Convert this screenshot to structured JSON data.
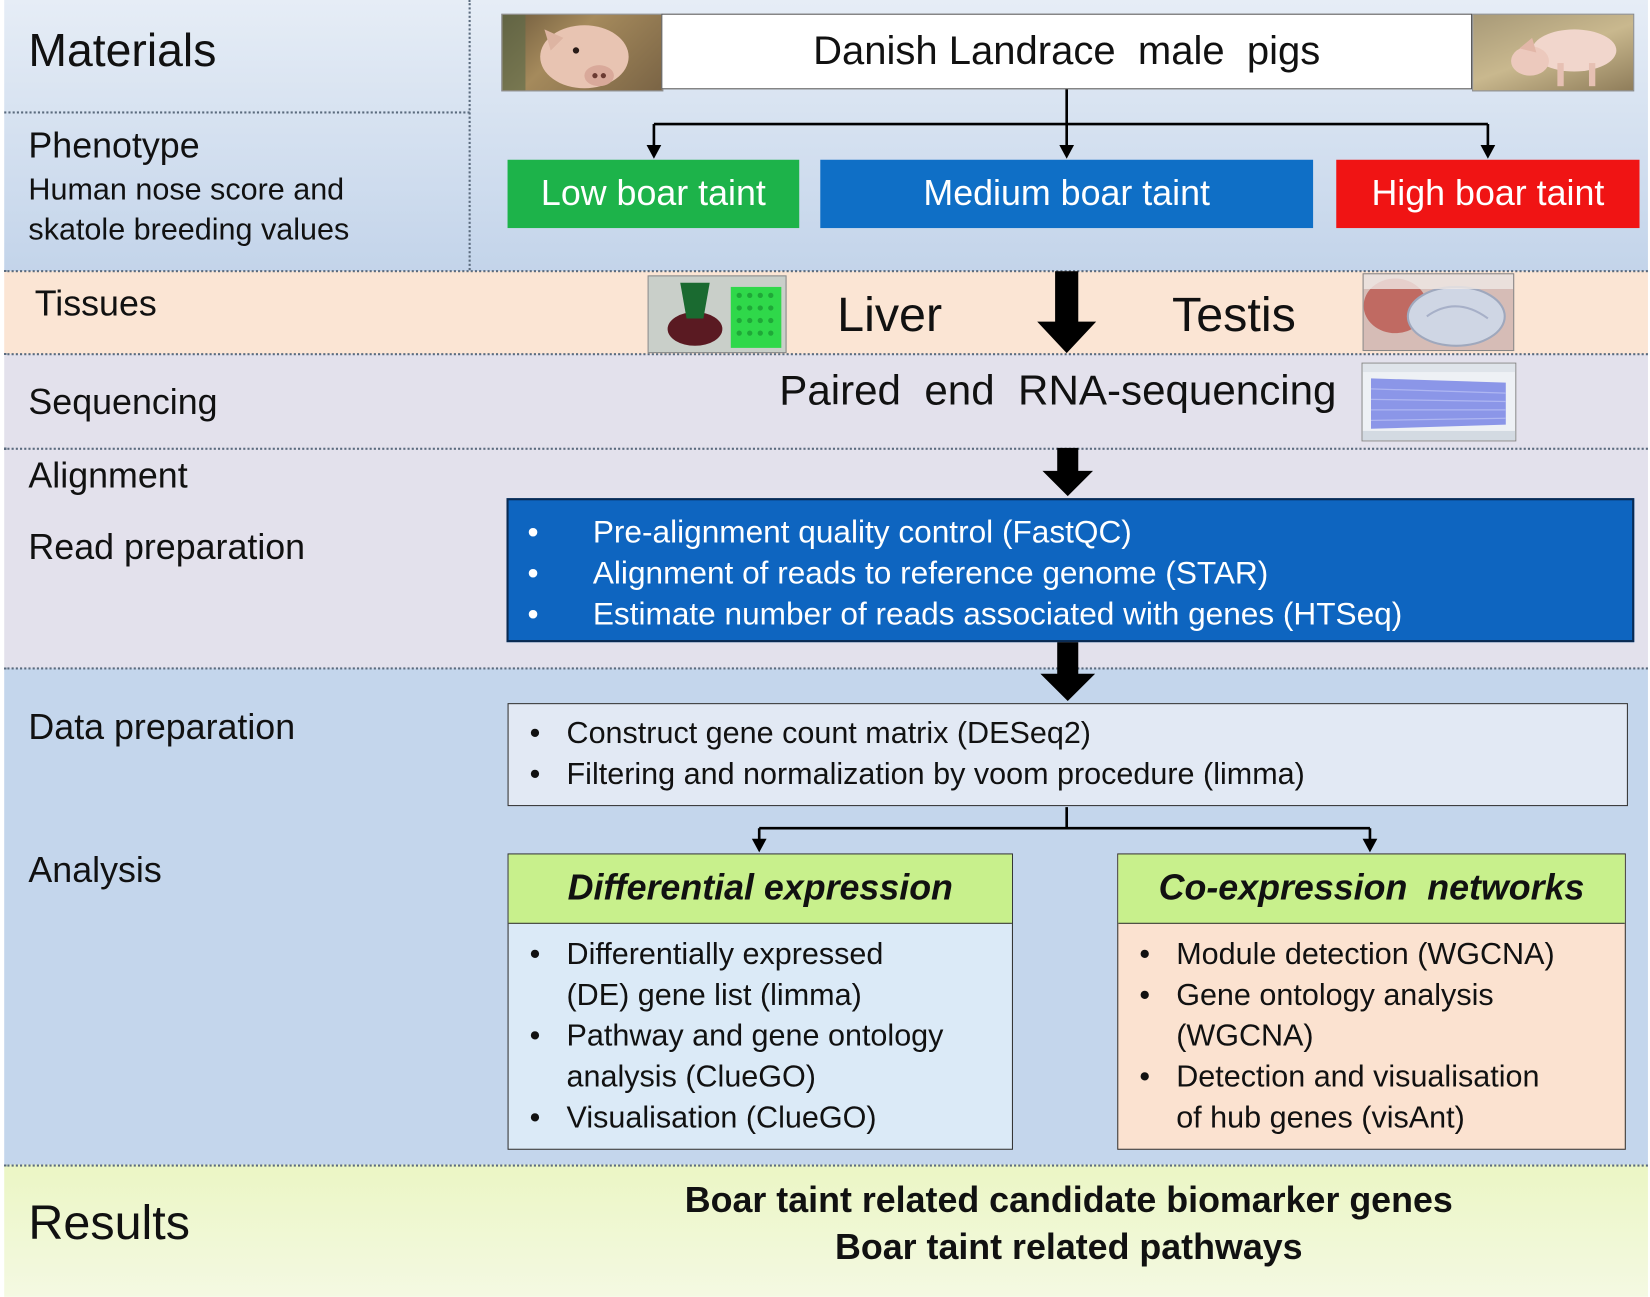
{
  "left_labels": {
    "materials": "Materials",
    "phenotype": "Phenotype",
    "phenotype_line1": "Human nose score and",
    "phenotype_line2": "skatole breeding values",
    "tissues": "Tissues",
    "sequencing": "Sequencing",
    "alignment": "Alignment",
    "read_preparation": "Read preparation",
    "data_preparation": "Data preparation",
    "analysis": "Analysis",
    "results": "Results"
  },
  "materials_box": "Danish Landrace  male  pigs",
  "phenotype_boxes": {
    "low": "Low boar taint",
    "medium": "Medium boar taint",
    "high": "High boar taint"
  },
  "tissues": {
    "liver": "Liver",
    "testis": "Testis"
  },
  "sequencing_text": "Paired  end  RNA-sequencing",
  "read_prep_items": [
    "Pre-alignment quality control (FastQC)",
    "Alignment of reads to reference genome (STAR)",
    "Estimate number of reads associated with genes (HTSeq)"
  ],
  "data_prep_items": [
    "Construct gene count matrix (DESeq2)",
    "Filtering and normalization by voom procedure (limma)"
  ],
  "de_box": {
    "title": "Differential expression",
    "items": [
      [
        "Differentially expressed",
        "(DE) gene list (limma)"
      ],
      [
        "Pathway and gene ontology",
        "analysis (ClueGO)"
      ],
      [
        "Visualisation (ClueGO)"
      ]
    ]
  },
  "coexp_box": {
    "title": "Co-expression  networks",
    "items": [
      [
        "Module detection (WGCNA)"
      ],
      [
        "Gene ontology analysis",
        "(WGCNA)"
      ],
      [
        "Detection and visualisation",
        "of hub genes (visAnt)"
      ]
    ]
  },
  "results": {
    "line1": "Boar taint related candidate biomarker genes",
    "line2": "Boar taint related pathways"
  },
  "colors": {
    "low": "#1db34a",
    "medium": "#0f6fc6",
    "high": "#f01414",
    "read_prep_box": "#0e65c0",
    "header_green": "#c8f08c",
    "de_body": "#dbeaf7",
    "coexp_body": "#fbe2d0",
    "results_band": "#ebf5c8"
  }
}
